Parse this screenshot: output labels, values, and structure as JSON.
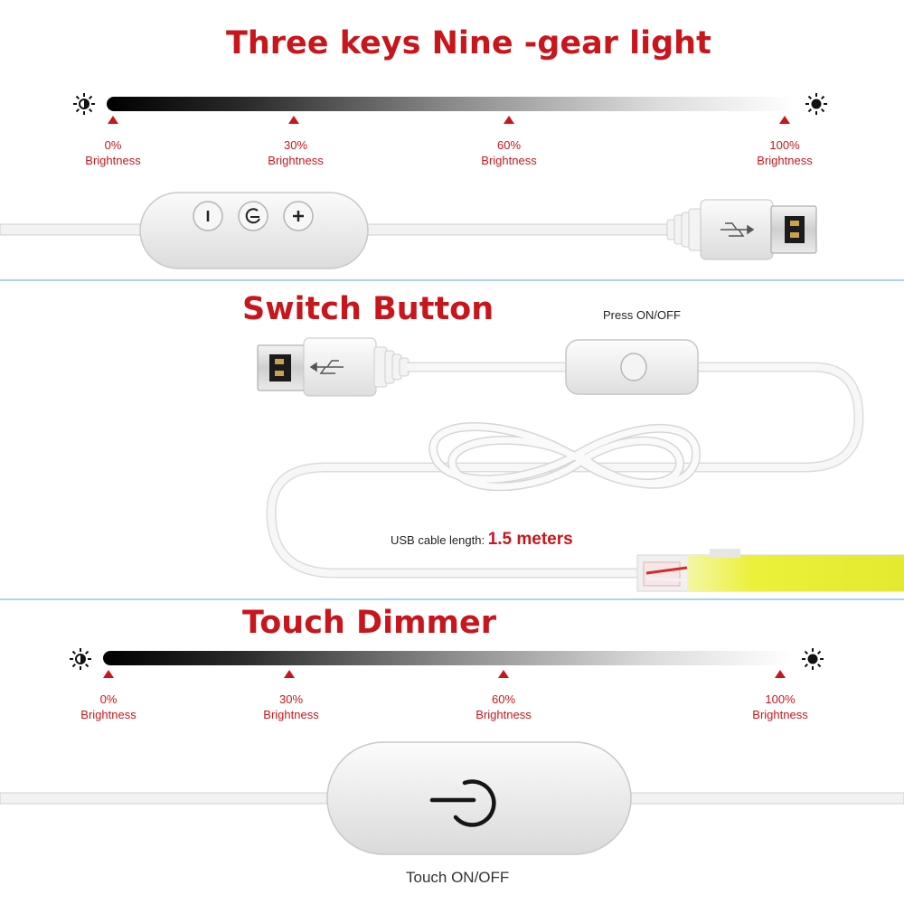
{
  "sections": {
    "three_keys": {
      "title": "Three keys Nine -gear light",
      "levels": [
        {
          "percent": "0%",
          "label": "Brightness"
        },
        {
          "percent": "30%",
          "label": "Brightness"
        },
        {
          "percent": "60%",
          "label": "Brightness"
        },
        {
          "percent": "100%",
          "label": "Brightness"
        }
      ],
      "icons": {
        "dim": "brightness-low-icon",
        "bright": "brightness-high-icon",
        "minus": "minus-icon",
        "mode": "mode-cycle-icon",
        "plus": "plus-icon"
      }
    },
    "switch_button": {
      "title": "Switch Button",
      "press_label": "Press ON/OFF",
      "cable_label": "USB cable length:",
      "cable_value": "1.5 meters"
    },
    "touch_dimmer": {
      "title": "Touch Dimmer",
      "levels": [
        {
          "percent": "0%",
          "label": "Brightness"
        },
        {
          "percent": "30%",
          "label": "Brightness"
        },
        {
          "percent": "60%",
          "label": "Brightness"
        },
        {
          "percent": "100%",
          "label": "Brightness"
        }
      ],
      "touch_label": "Touch ON/OFF",
      "icons": {
        "power": "power-icon"
      }
    }
  },
  "colors": {
    "accent": "#c8161d",
    "divider": "#a9d3ee",
    "led": "#eef23a"
  }
}
